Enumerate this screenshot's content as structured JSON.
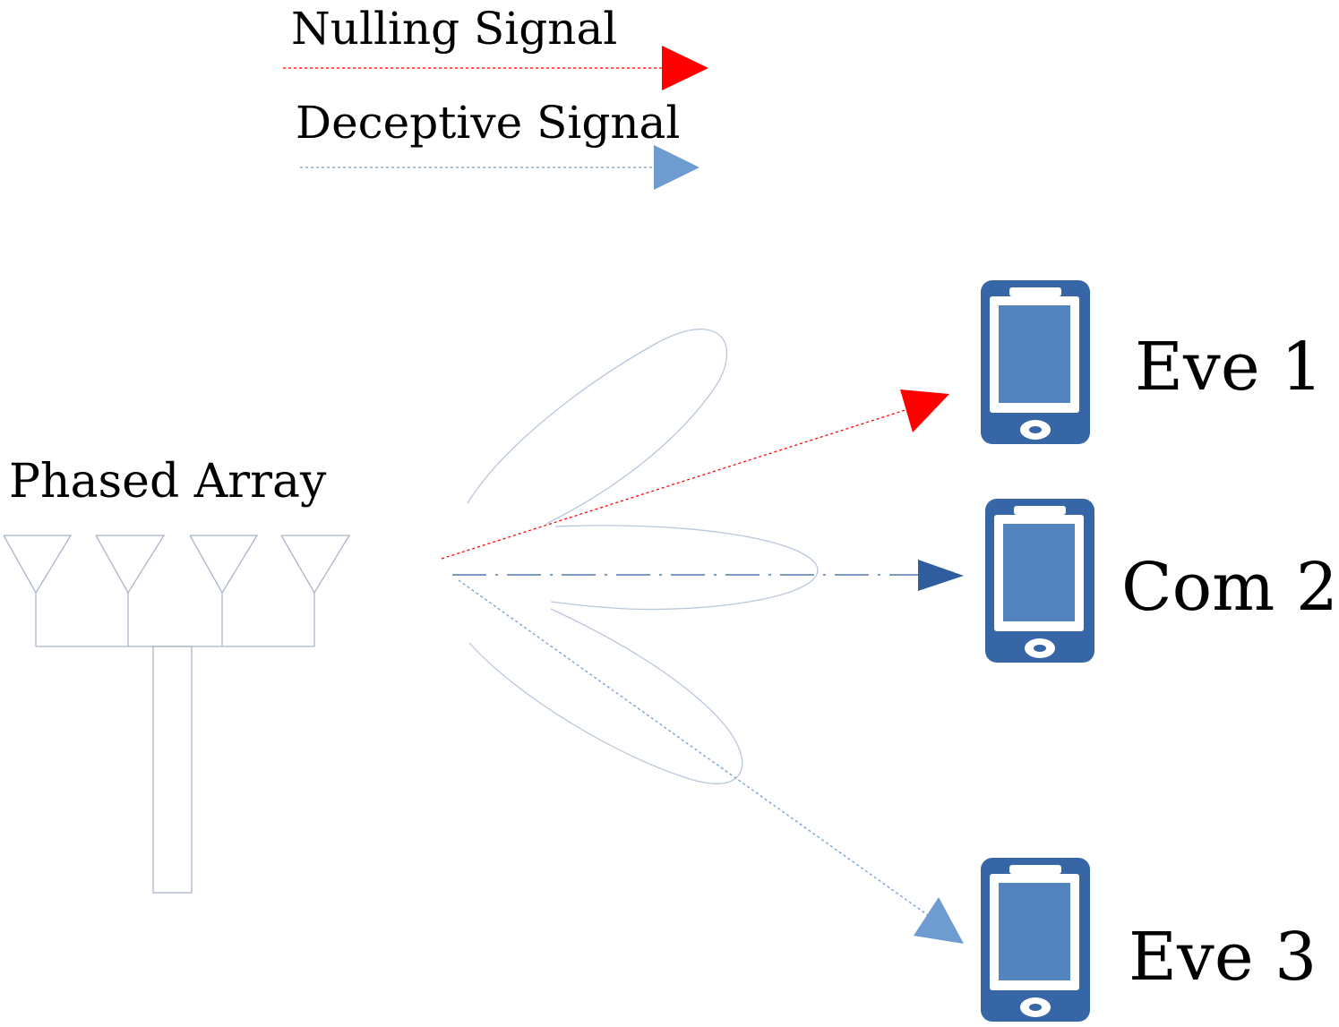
{
  "legend": {
    "nulling_label": "Nulling Signal",
    "deceptive_label": "Deceptive Signal"
  },
  "array": {
    "label": "Phased Array"
  },
  "devices": [
    {
      "label": "Eve 1"
    },
    {
      "label": "Com 2"
    },
    {
      "label": "Eve 3"
    }
  ],
  "colors": {
    "nulling": "#ff0000",
    "deceptive": "#6e9cd0",
    "direct": "#2f5d9e",
    "phone_body": "#3666a6",
    "phone_screen": "#5484bd",
    "beam_lobe": "#b8c7dc",
    "antenna": "#a9b6c8"
  },
  "icons": {
    "device": "smartphone-icon",
    "antenna": "antenna-element-icon"
  }
}
